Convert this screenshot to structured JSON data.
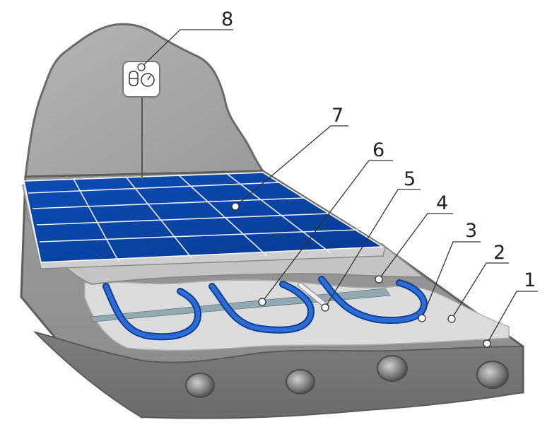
{
  "diagram": {
    "callouts": [
      {
        "id": "1",
        "label": "1",
        "target": "concrete-slab"
      },
      {
        "id": "2",
        "label": "2",
        "target": "leveling-layer"
      },
      {
        "id": "3",
        "label": "3",
        "target": "heating-cable"
      },
      {
        "id": "4",
        "label": "4",
        "target": "screed-layer"
      },
      {
        "id": "5",
        "label": "5",
        "target": "temperature-sensor"
      },
      {
        "id": "6",
        "label": "6",
        "target": "mounting-tape"
      },
      {
        "id": "7",
        "label": "7",
        "target": "floor-tiles"
      },
      {
        "id": "8",
        "label": "8",
        "target": "thermostat"
      }
    ],
    "icons": [
      "thermostat-icon"
    ],
    "colors": {
      "tile": "#0a46a8",
      "cable": "#1f5fc9",
      "concrete": "#8e8e8e",
      "wall": "#aaaaaa",
      "screed": "#d8d8d8",
      "tape": "#8fa6ad"
    }
  }
}
